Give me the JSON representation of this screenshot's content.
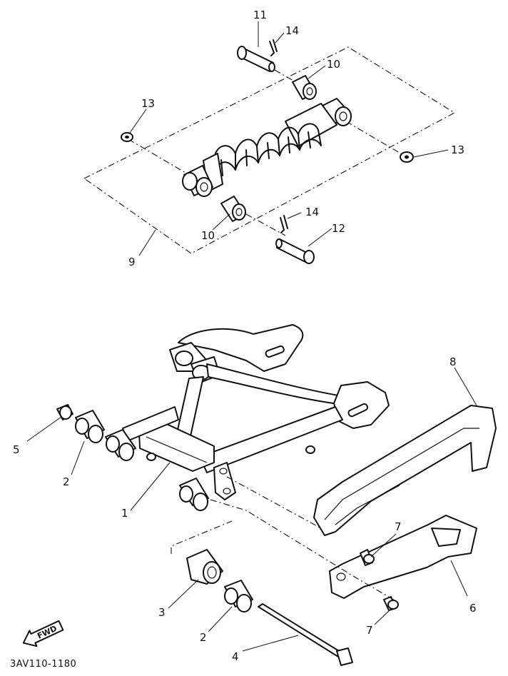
{
  "drawing_code": "3AV110-1180",
  "direction_label": "FWD",
  "callouts": {
    "c11": "11",
    "c14a": "14",
    "c10a": "10",
    "c13a": "13",
    "c13b": "13",
    "c14b": "14",
    "c12": "12",
    "c10b": "10",
    "c9": "9",
    "c8": "8",
    "c5": "5",
    "c2a": "2",
    "c1": "1",
    "c7a": "7",
    "c6": "6",
    "c3": "3",
    "c2b": "2",
    "c7b": "7",
    "c4": "4"
  }
}
